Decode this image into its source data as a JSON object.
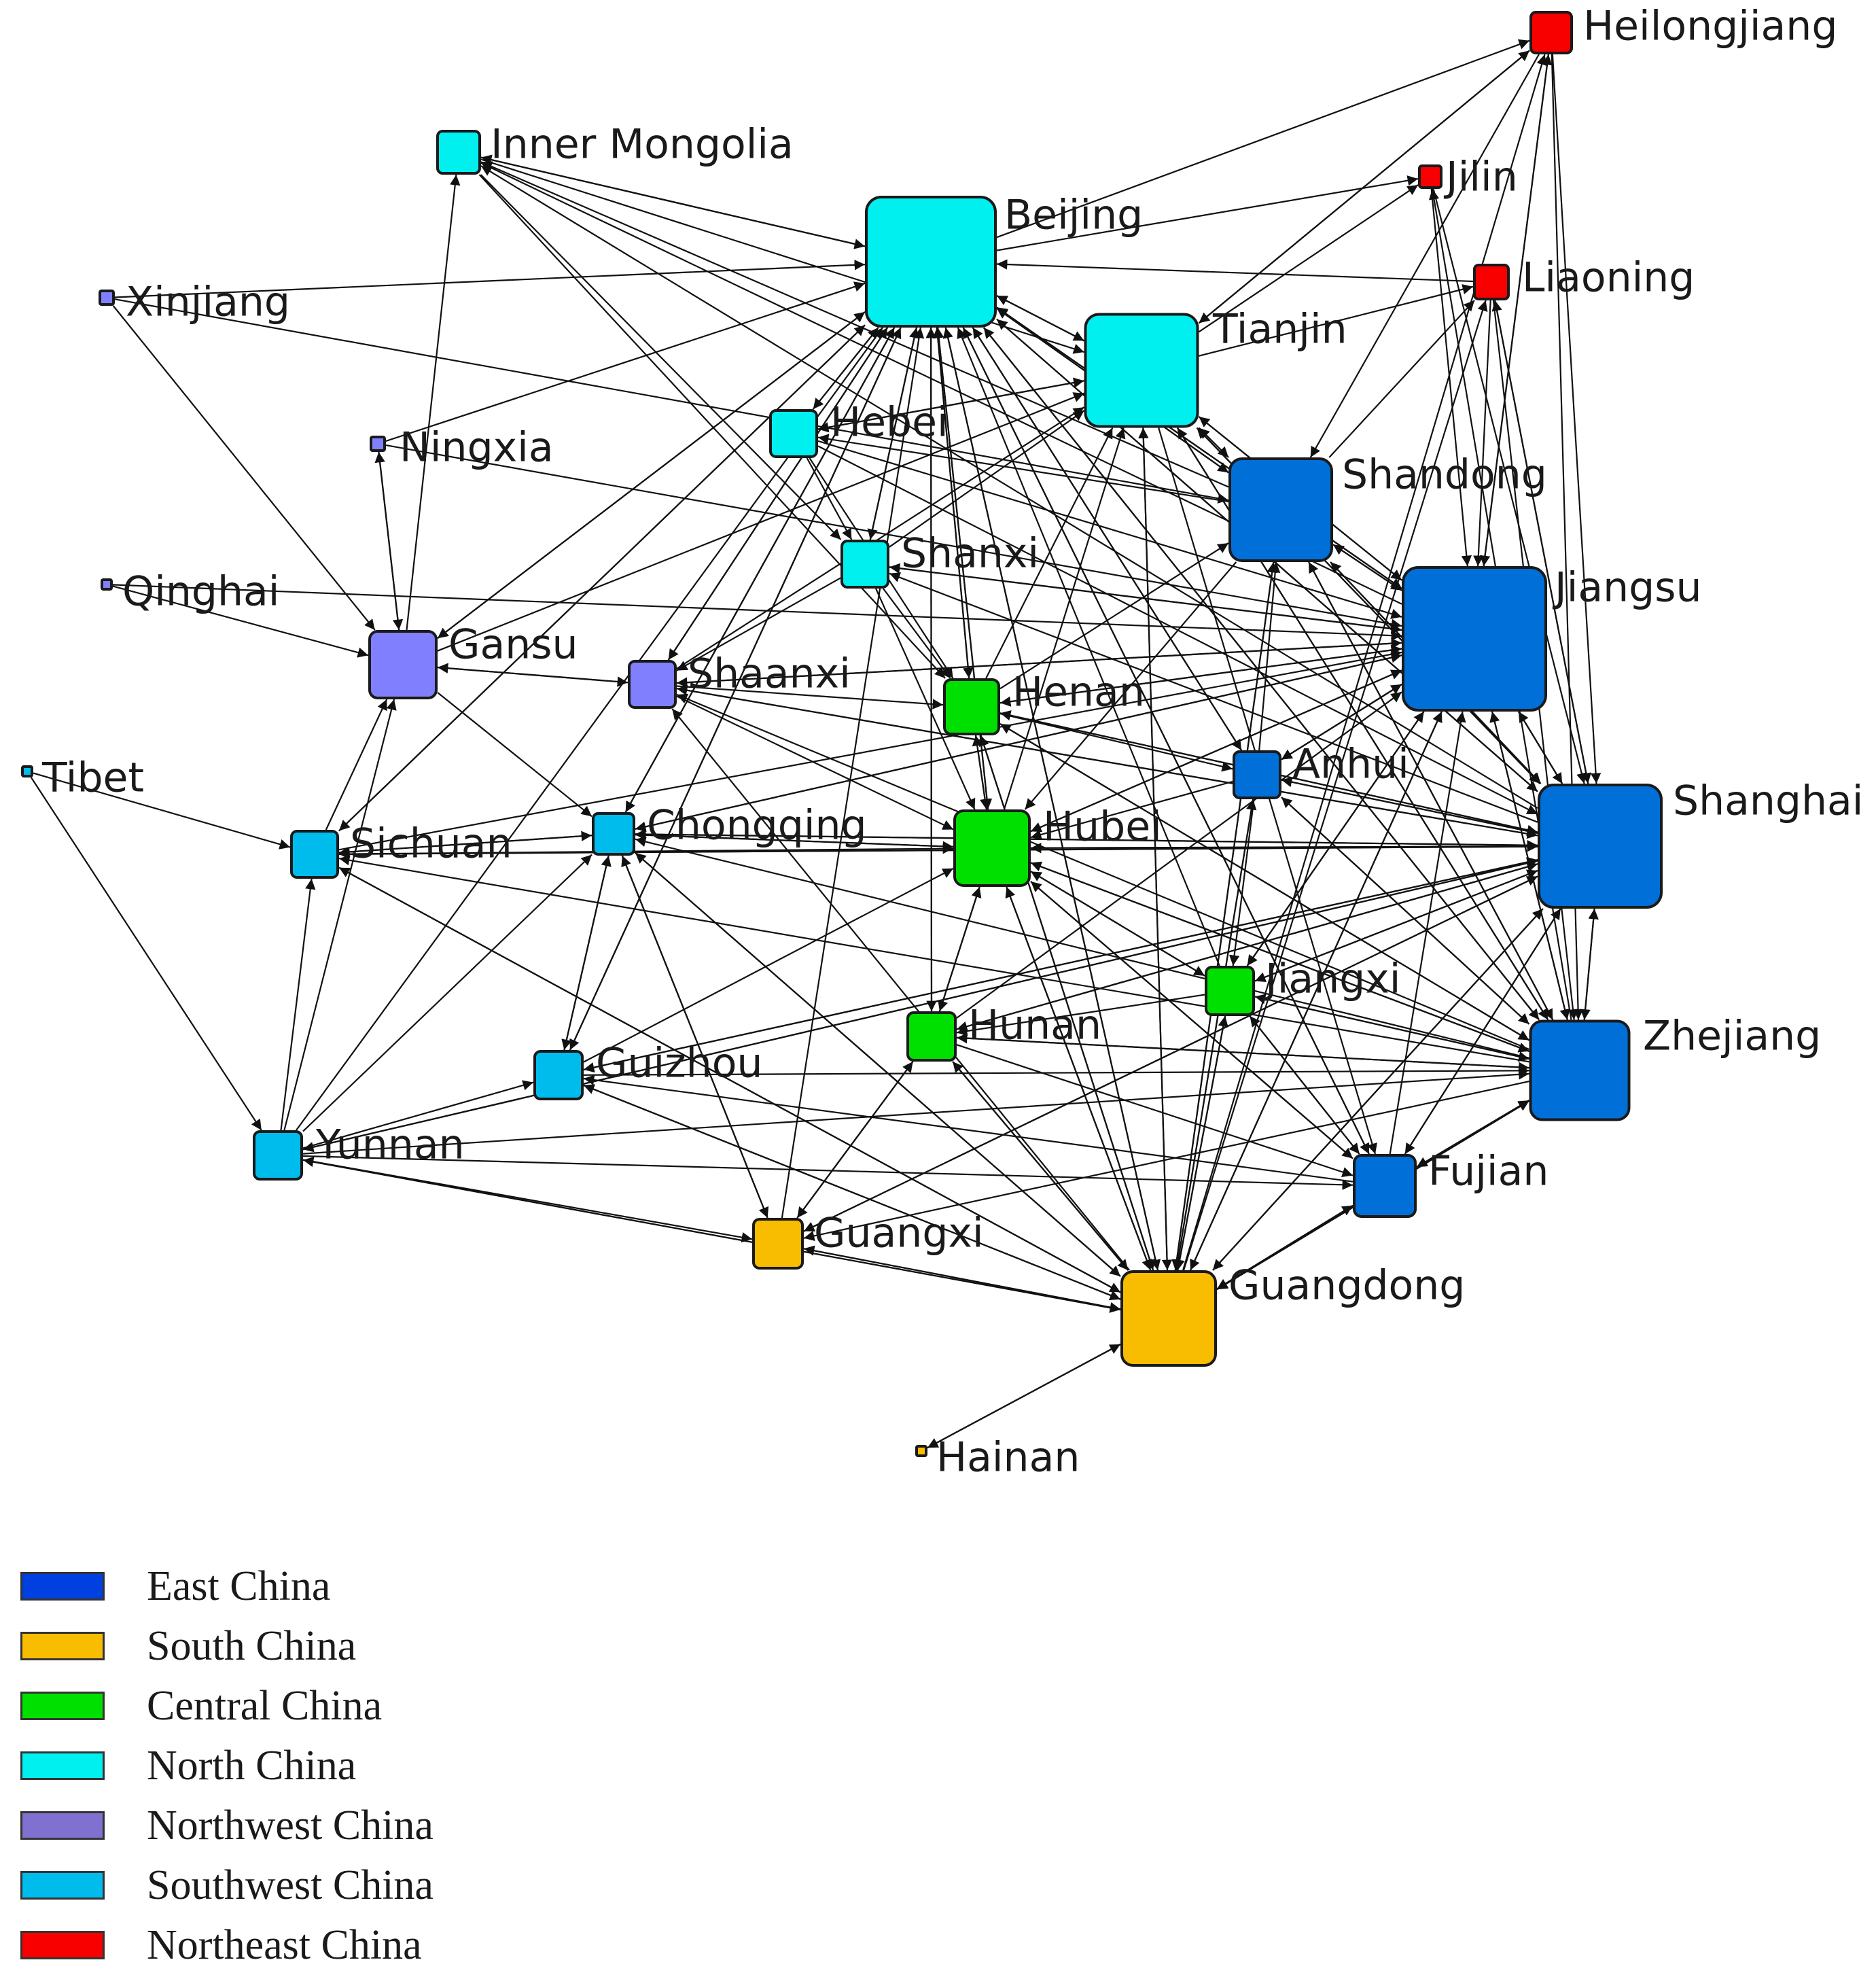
{
  "colors": {
    "East China": "#0070D8",
    "South China": "#F8BC00",
    "Central China": "#00E000",
    "North China": "#00F0F0",
    "Northwest China": "#8080FF",
    "Southwest China": "#00BCEC",
    "Northeast China": "#F80000"
  },
  "legend": [
    {
      "label": "East China",
      "color": "#0040E0"
    },
    {
      "label": "South China",
      "color": "#F8BC00"
    },
    {
      "label": "Central China",
      "color": "#00E000"
    },
    {
      "label": "North China",
      "color": "#00F0F0"
    },
    {
      "label": "Northwest China",
      "color": "#8070D0"
    },
    {
      "label": "Southwest China",
      "color": "#00BCEC"
    },
    {
      "label": "Northeast China",
      "color": "#F80000"
    }
  ],
  "nodes": [
    {
      "id": "Heilongjiang",
      "label": "Heilongjiang",
      "region": "Northeast China"
    },
    {
      "id": "Jilin",
      "label": "Jilin",
      "region": "Northeast China"
    },
    {
      "id": "Liaoning",
      "label": "Liaoning",
      "region": "Northeast China"
    },
    {
      "id": "Inner Mongolia",
      "label": "Inner Mongolia",
      "region": "North China"
    },
    {
      "id": "Beijing",
      "label": "Beijing",
      "region": "North China"
    },
    {
      "id": "Tianjin",
      "label": "Tianjin",
      "region": "North China"
    },
    {
      "id": "Hebei",
      "label": "Hebei",
      "region": "North China"
    },
    {
      "id": "Shanxi",
      "label": "Shanxi",
      "region": "North China"
    },
    {
      "id": "Xinjiang",
      "label": "Xinjiang",
      "region": "Northwest China"
    },
    {
      "id": "Ningxia",
      "label": "Ningxia",
      "region": "Northwest China"
    },
    {
      "id": "Qinghai",
      "label": "Qinghai",
      "region": "Northwest China"
    },
    {
      "id": "Gansu",
      "label": "Gansu",
      "region": "Northwest China"
    },
    {
      "id": "Shaanxi",
      "label": "Shaanxi",
      "region": "Northwest China"
    },
    {
      "id": "Tibet",
      "label": "Tibet",
      "region": "Southwest China"
    },
    {
      "id": "Sichuan",
      "label": "Sichuan",
      "region": "Southwest China"
    },
    {
      "id": "Chongqing",
      "label": "Chongqing",
      "region": "Southwest China"
    },
    {
      "id": "Guizhou",
      "label": "Guizhou",
      "region": "Southwest China"
    },
    {
      "id": "Yunnan",
      "label": "Yunnan",
      "region": "Southwest China"
    },
    {
      "id": "Henan",
      "label": "Henan",
      "region": "Central China"
    },
    {
      "id": "Hubei",
      "label": "Hubei",
      "region": "Central China"
    },
    {
      "id": "Hunan",
      "label": "Hunan",
      "region": "Central China"
    },
    {
      "id": "Jiangxi",
      "label": "Jiangxi",
      "region": "Central China"
    },
    {
      "id": "Shandong",
      "label": "Shandong",
      "region": "East China"
    },
    {
      "id": "Jiangsu",
      "label": "Jiangsu",
      "region": "East China"
    },
    {
      "id": "Anhui",
      "label": "Anhui",
      "region": "East China"
    },
    {
      "id": "Shanghai",
      "label": "Shanghai",
      "region": "East China"
    },
    {
      "id": "Zhejiang",
      "label": "Zhejiang",
      "region": "East China"
    },
    {
      "id": "Fujian",
      "label": "Fujian",
      "region": "East China"
    },
    {
      "id": "Guangxi",
      "label": "Guangxi",
      "region": "South China"
    },
    {
      "id": "Guangdong",
      "label": "Guangdong",
      "region": "South China"
    },
    {
      "id": "Hainan",
      "label": "Hainan",
      "region": "South China"
    }
  ],
  "edges": [
    [
      "Heilongjiang",
      "Jiangsu"
    ],
    [
      "Heilongjiang",
      "Shanghai"
    ],
    [
      "Heilongjiang",
      "Zhejiang"
    ],
    [
      "Heilongjiang",
      "Shandong"
    ],
    [
      "Heilongjiang",
      "Tianjin"
    ],
    [
      "Beijing",
      "Heilongjiang"
    ],
    [
      "Guangdong",
      "Heilongjiang"
    ],
    [
      "Jiangsu",
      "Heilongjiang"
    ],
    [
      "Jilin",
      "Shanghai"
    ],
    [
      "Jilin",
      "Jiangsu"
    ],
    [
      "Beijing",
      "Jilin"
    ],
    [
      "Zhejiang",
      "Jilin"
    ],
    [
      "Liaoning",
      "Beijing"
    ],
    [
      "Liaoning",
      "Jiangsu"
    ],
    [
      "Liaoning",
      "Shanghai"
    ],
    [
      "Liaoning",
      "Zhejiang"
    ],
    [
      "Shanghai",
      "Liaoning"
    ],
    [
      "Guangdong",
      "Liaoning"
    ],
    [
      "Shandong",
      "Liaoning"
    ],
    [
      "Inner Mongolia",
      "Beijing"
    ],
    [
      "Inner Mongolia",
      "Tianjin"
    ],
    [
      "Inner Mongolia",
      "Shanxi"
    ],
    [
      "Inner Mongolia",
      "Henan"
    ],
    [
      "Beijing",
      "Inner Mongolia"
    ],
    [
      "Jiangsu",
      "Inner Mongolia"
    ],
    [
      "Shanghai",
      "Inner Mongolia"
    ],
    [
      "Gansu",
      "Inner Mongolia"
    ],
    [
      "Shandong",
      "Inner Mongolia"
    ],
    [
      "Xinjiang",
      "Beijing"
    ],
    [
      "Xinjiang",
      "Gansu"
    ],
    [
      "Xinjiang",
      "Shandong"
    ],
    [
      "Ningxia",
      "Beijing"
    ],
    [
      "Ningxia",
      "Gansu"
    ],
    [
      "Ningxia",
      "Jiangsu"
    ],
    [
      "Gansu",
      "Ningxia"
    ],
    [
      "Qinghai",
      "Gansu"
    ],
    [
      "Qinghai",
      "Jiangsu"
    ],
    [
      "Tibet",
      "Sichuan"
    ],
    [
      "Tibet",
      "Yunnan"
    ],
    [
      "Hebei",
      "Beijing"
    ],
    [
      "Hebei",
      "Tianjin"
    ],
    [
      "Hebei",
      "Jiangsu"
    ],
    [
      "Hebei",
      "Shanghai"
    ],
    [
      "Hebei",
      "Shanxi"
    ],
    [
      "Hebei",
      "Henan"
    ],
    [
      "Beijing",
      "Hebei"
    ],
    [
      "Tianjin",
      "Hebei"
    ],
    [
      "Shandong",
      "Hebei"
    ],
    [
      "Shanxi",
      "Beijing"
    ],
    [
      "Shanxi",
      "Tianjin"
    ],
    [
      "Shanxi",
      "Henan"
    ],
    [
      "Shanxi",
      "Hubei"
    ],
    [
      "Shanxi",
      "Jiangsu"
    ],
    [
      "Shanxi",
      "Shaanxi"
    ],
    [
      "Beijing",
      "Shanxi"
    ],
    [
      "Jiangsu",
      "Shanxi"
    ],
    [
      "Shanghai",
      "Shanxi"
    ],
    [
      "Gansu",
      "Beijing"
    ],
    [
      "Gansu",
      "Shaanxi"
    ],
    [
      "Gansu",
      "Chongqing"
    ],
    [
      "Gansu",
      "Tianjin"
    ],
    [
      "Shaanxi",
      "Gansu"
    ],
    [
      "Sichuan",
      "Gansu"
    ],
    [
      "Beijing",
      "Gansu"
    ],
    [
      "Shaanxi",
      "Beijing"
    ],
    [
      "Shaanxi",
      "Tianjin"
    ],
    [
      "Shaanxi",
      "Jiangsu"
    ],
    [
      "Shaanxi",
      "Shanghai"
    ],
    [
      "Shaanxi",
      "Hubei"
    ],
    [
      "Shaanxi",
      "Henan"
    ],
    [
      "Jiangsu",
      "Shaanxi"
    ],
    [
      "Shanghai",
      "Shaanxi"
    ],
    [
      "Guangdong",
      "Shaanxi"
    ],
    [
      "Zhejiang",
      "Shaanxi"
    ],
    [
      "Beijing",
      "Shaanxi"
    ],
    [
      "Sichuan",
      "Beijing"
    ],
    [
      "Sichuan",
      "Chongqing"
    ],
    [
      "Sichuan",
      "Hubei"
    ],
    [
      "Sichuan",
      "Shanghai"
    ],
    [
      "Sichuan",
      "Guangdong"
    ],
    [
      "Sichuan",
      "Jiangsu"
    ],
    [
      "Chongqing",
      "Sichuan"
    ],
    [
      "Beijing",
      "Sichuan"
    ],
    [
      "Shanghai",
      "Sichuan"
    ],
    [
      "Guangdong",
      "Sichuan"
    ],
    [
      "Zhejiang",
      "Sichuan"
    ],
    [
      "Chongqing",
      "Beijing"
    ],
    [
      "Chongqing",
      "Shanghai"
    ],
    [
      "Chongqing",
      "Jiangsu"
    ],
    [
      "Chongqing",
      "Guangdong"
    ],
    [
      "Chongqing",
      "Hubei"
    ],
    [
      "Chongqing",
      "Guizhou"
    ],
    [
      "Chongqing",
      "Guangxi"
    ],
    [
      "Beijing",
      "Chongqing"
    ],
    [
      "Shanghai",
      "Chongqing"
    ],
    [
      "Jiangsu",
      "Chongqing"
    ],
    [
      "Guangdong",
      "Chongqing"
    ],
    [
      "Zhejiang",
      "Chongqing"
    ],
    [
      "Hubei",
      "Chongqing"
    ],
    [
      "Yunnan",
      "Chongqing"
    ],
    [
      "Guizhou",
      "Beijing"
    ],
    [
      "Guizhou",
      "Guangdong"
    ],
    [
      "Guizhou",
      "Shanghai"
    ],
    [
      "Guizhou",
      "Chongqing"
    ],
    [
      "Guizhou",
      "Hubei"
    ],
    [
      "Guizhou",
      "Zhejiang"
    ],
    [
      "Guangdong",
      "Guizhou"
    ],
    [
      "Shanghai",
      "Guizhou"
    ],
    [
      "Fujian",
      "Guizhou"
    ],
    [
      "Beijing",
      "Guizhou"
    ],
    [
      "Yunnan",
      "Beijing"
    ],
    [
      "Yunnan",
      "Guangdong"
    ],
    [
      "Yunnan",
      "Shanghai"
    ],
    [
      "Yunnan",
      "Sichuan"
    ],
    [
      "Yunnan",
      "Zhejiang"
    ],
    [
      "Yunnan",
      "Gansu"
    ],
    [
      "Yunnan",
      "Guizhou"
    ],
    [
      "Yunnan",
      "Fujian"
    ],
    [
      "Guangdong",
      "Yunnan"
    ],
    [
      "Shanghai",
      "Yunnan"
    ],
    [
      "Henan",
      "Beijing"
    ],
    [
      "Henan",
      "Shanghai"
    ],
    [
      "Henan",
      "Jiangsu"
    ],
    [
      "Henan",
      "Guangdong"
    ],
    [
      "Henan",
      "Hubei"
    ],
    [
      "Henan",
      "Zhejiang"
    ],
    [
      "Henan",
      "Tianjin"
    ],
    [
      "Beijing",
      "Henan"
    ],
    [
      "Shanghai",
      "Henan"
    ],
    [
      "Jiangsu",
      "Henan"
    ],
    [
      "Guangdong",
      "Henan"
    ],
    [
      "Zhejiang",
      "Henan"
    ],
    [
      "Hubei",
      "Henan"
    ],
    [
      "Hubei",
      "Beijing"
    ],
    [
      "Hubei",
      "Shanghai"
    ],
    [
      "Hubei",
      "Jiangsu"
    ],
    [
      "Hubei",
      "Guangdong"
    ],
    [
      "Hubei",
      "Zhejiang"
    ],
    [
      "Hubei",
      "Hunan"
    ],
    [
      "Hubei",
      "Jiangxi"
    ],
    [
      "Hubei",
      "Tianjin"
    ],
    [
      "Hubei",
      "Fujian"
    ],
    [
      "Beijing",
      "Hubei"
    ],
    [
      "Shanghai",
      "Hubei"
    ],
    [
      "Jiangsu",
      "Hubei"
    ],
    [
      "Guangdong",
      "Hubei"
    ],
    [
      "Zhejiang",
      "Hubei"
    ],
    [
      "Hunan",
      "Hubei"
    ],
    [
      "Anhui",
      "Hubei"
    ],
    [
      "Fujian",
      "Hubei"
    ],
    [
      "Jiangxi",
      "Hubei"
    ],
    [
      "Shandong",
      "Hubei"
    ],
    [
      "Hunan",
      "Beijing"
    ],
    [
      "Hunan",
      "Guangdong"
    ],
    [
      "Hunan",
      "Shanghai"
    ],
    [
      "Hunan",
      "Jiangsu"
    ],
    [
      "Hunan",
      "Zhejiang"
    ],
    [
      "Hunan",
      "Fujian"
    ],
    [
      "Hunan",
      "Guangxi"
    ],
    [
      "Guangdong",
      "Hunan"
    ],
    [
      "Shanghai",
      "Hunan"
    ],
    [
      "Beijing",
      "Hunan"
    ],
    [
      "Zhejiang",
      "Hunan"
    ],
    [
      "Jiangxi",
      "Hunan"
    ],
    [
      "Jiangxi",
      "Shanghai"
    ],
    [
      "Jiangxi",
      "Guangdong"
    ],
    [
      "Jiangxi",
      "Zhejiang"
    ],
    [
      "Jiangxi",
      "Jiangsu"
    ],
    [
      "Jiangxi",
      "Beijing"
    ],
    [
      "Jiangxi",
      "Fujian"
    ],
    [
      "Shanghai",
      "Jiangxi"
    ],
    [
      "Guangdong",
      "Jiangxi"
    ],
    [
      "Zhejiang",
      "Jiangxi"
    ],
    [
      "Jiangsu",
      "Jiangxi"
    ],
    [
      "Fujian",
      "Jiangxi"
    ],
    [
      "Anhui",
      "Jiangxi"
    ],
    [
      "Shandong",
      "Beijing"
    ],
    [
      "Shandong",
      "Jiangsu"
    ],
    [
      "Shandong",
      "Shanghai"
    ],
    [
      "Shandong",
      "Tianjin"
    ],
    [
      "Shandong",
      "Zhejiang"
    ],
    [
      "Shandong",
      "Guangdong"
    ],
    [
      "Beijing",
      "Shandong"
    ],
    [
      "Jiangsu",
      "Shandong"
    ],
    [
      "Shanghai",
      "Shandong"
    ],
    [
      "Tianjin",
      "Shandong"
    ],
    [
      "Zhejiang",
      "Shandong"
    ],
    [
      "Guangdong",
      "Shandong"
    ],
    [
      "Anhui",
      "Shandong"
    ],
    [
      "Henan",
      "Shandong"
    ],
    [
      "Jiangsu",
      "Beijing"
    ],
    [
      "Jiangsu",
      "Shanghai"
    ],
    [
      "Jiangsu",
      "Zhejiang"
    ],
    [
      "Jiangsu",
      "Guangdong"
    ],
    [
      "Jiangsu",
      "Tianjin"
    ],
    [
      "Jiangsu",
      "Anhui"
    ],
    [
      "Beijing",
      "Jiangsu"
    ],
    [
      "Shanghai",
      "Jiangsu"
    ],
    [
      "Zhejiang",
      "Jiangsu"
    ],
    [
      "Guangdong",
      "Jiangsu"
    ],
    [
      "Tianjin",
      "Jiangsu"
    ],
    [
      "Anhui",
      "Jiangsu"
    ],
    [
      "Fujian",
      "Jiangsu"
    ],
    [
      "Anhui",
      "Beijing"
    ],
    [
      "Anhui",
      "Shanghai"
    ],
    [
      "Anhui",
      "Zhejiang"
    ],
    [
      "Anhui",
      "Guangdong"
    ],
    [
      "Shanghai",
      "Anhui"
    ],
    [
      "Jiangsu",
      "Anhui"
    ],
    [
      "Zhejiang",
      "Anhui"
    ],
    [
      "Beijing",
      "Anhui"
    ],
    [
      "Guangdong",
      "Anhui"
    ],
    [
      "Henan",
      "Anhui"
    ],
    [
      "Shanghai",
      "Beijing"
    ],
    [
      "Shanghai",
      "Zhejiang"
    ],
    [
      "Shanghai",
      "Guangdong"
    ],
    [
      "Shanghai",
      "Tianjin"
    ],
    [
      "Shanghai",
      "Fujian"
    ],
    [
      "Beijing",
      "Shanghai"
    ],
    [
      "Zhejiang",
      "Shanghai"
    ],
    [
      "Guangdong",
      "Shanghai"
    ],
    [
      "Tianjin",
      "Shanghai"
    ],
    [
      "Fujian",
      "Shanghai"
    ],
    [
      "Zhejiang",
      "Beijing"
    ],
    [
      "Zhejiang",
      "Guangdong"
    ],
    [
      "Zhejiang",
      "Tianjin"
    ],
    [
      "Zhejiang",
      "Fujian"
    ],
    [
      "Beijing",
      "Zhejiang"
    ],
    [
      "Guangdong",
      "Zhejiang"
    ],
    [
      "Fujian",
      "Zhejiang"
    ],
    [
      "Tianjin",
      "Zhejiang"
    ],
    [
      "Fujian",
      "Beijing"
    ],
    [
      "Fujian",
      "Guangdong"
    ],
    [
      "Guangdong",
      "Fujian"
    ],
    [
      "Beijing",
      "Fujian"
    ],
    [
      "Tianjin",
      "Fujian"
    ],
    [
      "Guangxi",
      "Beijing"
    ],
    [
      "Guangxi",
      "Guangdong"
    ],
    [
      "Guangxi",
      "Shanghai"
    ],
    [
      "Guangxi",
      "Hunan"
    ],
    [
      "Guangxi",
      "Chongqing"
    ],
    [
      "Guangdong",
      "Guangxi"
    ],
    [
      "Shanghai",
      "Guangxi"
    ],
    [
      "Zhejiang",
      "Guangxi"
    ],
    [
      "Yunnan",
      "Guangxi"
    ],
    [
      "Guangdong",
      "Beijing"
    ],
    [
      "Guangdong",
      "Tianjin"
    ],
    [
      "Beijing",
      "Guangdong"
    ],
    [
      "Tianjin",
      "Guangdong"
    ],
    [
      "Hainan",
      "Guangdong"
    ],
    [
      "Guangdong",
      "Hainan"
    ],
    [
      "Tianjin",
      "Beijing"
    ],
    [
      "Beijing",
      "Tianjin"
    ],
    [
      "Tianjin",
      "Heilongjiang"
    ],
    [
      "Tianjin",
      "Liaoning"
    ],
    [
      "Tianjin",
      "Jilin"
    ]
  ]
}
